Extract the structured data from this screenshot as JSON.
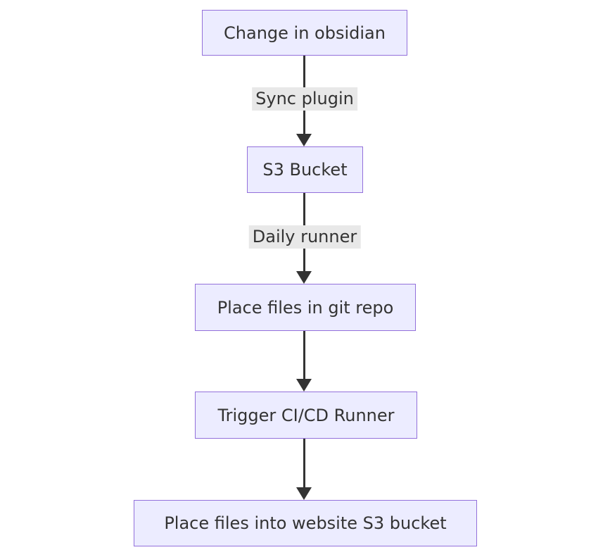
{
  "diagram": {
    "type": "flowchart",
    "direction": "top-down",
    "nodes": [
      {
        "label": "Change in obsidian"
      },
      {
        "label": "S3 Bucket"
      },
      {
        "label": "Place files in git repo"
      },
      {
        "label": "Trigger CI/CD Runner"
      },
      {
        "label": "Place files into website S3 bucket"
      }
    ],
    "edges": [
      {
        "from": "Change in obsidian",
        "to": "S3 Bucket",
        "label": "Sync plugin"
      },
      {
        "from": "S3 Bucket",
        "to": "Place files in git repo",
        "label": "Daily runner"
      },
      {
        "from": "Place files in git repo",
        "to": "Trigger CI/CD Runner",
        "label": ""
      },
      {
        "from": "Trigger CI/CD Runner",
        "to": "Place files into website S3 bucket",
        "label": ""
      }
    ],
    "colors": {
      "node_fill": "#ECECFF",
      "node_border": "#9370DB",
      "node_text": "#333333",
      "edge_line": "#333333",
      "edge_label_bg": "#e8e8e8",
      "background": "#ffffff"
    }
  }
}
